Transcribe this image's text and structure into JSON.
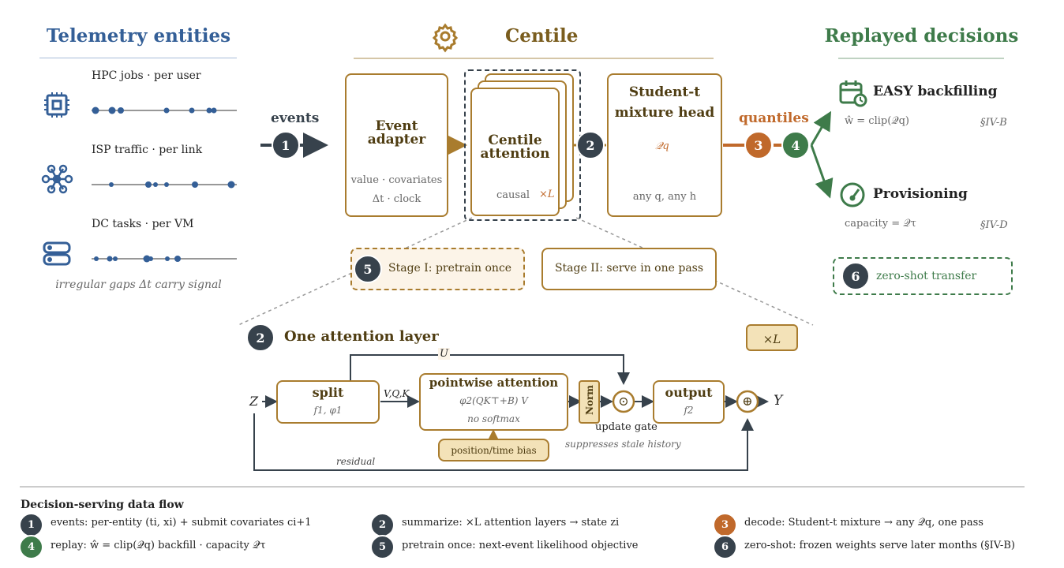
{
  "colors": {
    "blue": "#345f97",
    "gold": "#a97c2e",
    "green": "#3e7b4a",
    "dark": "#37424c",
    "orange": "#c0692b"
  },
  "telemetry": {
    "title": "Telemetry entities",
    "rows": [
      {
        "label": "HPC jobs · per user",
        "icon": "cpu-chip-icon"
      },
      {
        "label": "ISP traffic · per link",
        "icon": "network-graph-icon"
      },
      {
        "label": "DC tasks · per VM",
        "icon": "server-icon"
      }
    ],
    "caption": "irregular gaps Δt carry signal"
  },
  "flow": {
    "events_label": "events",
    "quantiles_label": "quantiles"
  },
  "centile": {
    "title": "Centile",
    "adapter": {
      "title_1": "Event",
      "title_2": "adapter",
      "line_1": "value · covariates",
      "line_2": "Δt · clock"
    },
    "attention": {
      "title_1": "Centile",
      "title_2": "attention",
      "sub": "causal",
      "times_l": "×L"
    },
    "head": {
      "title_1": "Student-t",
      "title_2": "mixture head",
      "q_label": "𝒬q",
      "sub": "any q, any h"
    },
    "stage1": "Stage I: pretrain once",
    "stage2": "Stage II: serve in one pass"
  },
  "replayed": {
    "title": "Replayed decisions",
    "easy": {
      "title": "EASY backfilling",
      "formula": "ŵ = clip(𝒬q)",
      "ref": "§IV-B"
    },
    "prov": {
      "title": "Provisioning",
      "formula": "capacity = 𝒬τ",
      "ref": "§IV-D"
    },
    "zero": "zero-shot transfer"
  },
  "layer": {
    "title": "One attention layer",
    "times_l": "×L",
    "z": "Z",
    "y": "Y",
    "u": "U",
    "split": {
      "title": "split",
      "sub": "f1, φ1"
    },
    "vqk": "V,Q,K",
    "pointwise": {
      "title": "pointwise attention",
      "formula": "φ2(QK⊤+B) V",
      "note": "no softmax"
    },
    "norm": "Norm",
    "gate_symbol": "⊙",
    "gate_label": "update gate",
    "gate_note": "suppresses stale history",
    "output": {
      "title": "output",
      "sub": "f2"
    },
    "plus_symbol": "⊕",
    "bias": "position/time bias",
    "residual": "residual"
  },
  "legend": {
    "title": "Decision-serving data flow",
    "items": [
      {
        "num": "1",
        "text": "events: per-entity (ti, xi) + submit covariates ci+1"
      },
      {
        "num": "2",
        "text": "summarize: ×L attention layers → state zi"
      },
      {
        "num": "3",
        "text": "decode: Student-t mixture → any 𝒬q, one pass"
      },
      {
        "num": "4",
        "text": "replay: ŵ = clip(𝒬q) backfill · capacity 𝒬τ"
      },
      {
        "num": "5",
        "text": "pretrain once: next-event likelihood objective"
      },
      {
        "num": "6",
        "text": "zero-shot: frozen weights serve later months (§IV-B)"
      }
    ]
  },
  "badges": [
    "1",
    "2",
    "3",
    "4",
    "5",
    "6"
  ]
}
